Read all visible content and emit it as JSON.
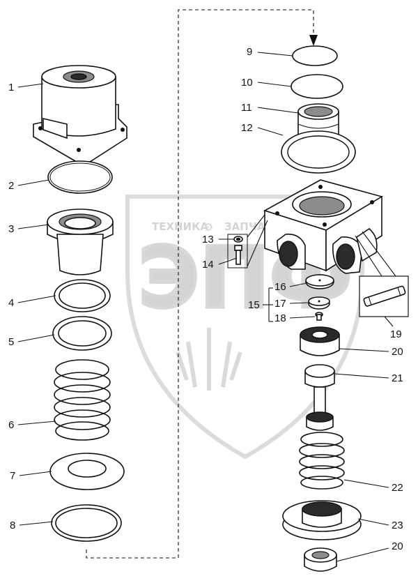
{
  "watermark": {
    "line1_left": "ТЕХНИКА",
    "line1_right": "ЗАПЧАСТИ",
    "monogram": "ЭПФ"
  },
  "callouts": [
    {
      "id": "1",
      "text": "1"
    },
    {
      "id": "2",
      "text": "2"
    },
    {
      "id": "3",
      "text": "3"
    },
    {
      "id": "4",
      "text": "4"
    },
    {
      "id": "5",
      "text": "5"
    },
    {
      "id": "6",
      "text": "6"
    },
    {
      "id": "7",
      "text": "7"
    },
    {
      "id": "8",
      "text": "8"
    },
    {
      "id": "9",
      "text": "9"
    },
    {
      "id": "10",
      "text": "10"
    },
    {
      "id": "11",
      "text": "11"
    },
    {
      "id": "12",
      "text": "12"
    },
    {
      "id": "13",
      "text": "13"
    },
    {
      "id": "14",
      "text": "14"
    },
    {
      "id": "15",
      "text": "15"
    },
    {
      "id": "16",
      "text": "16"
    },
    {
      "id": "17",
      "text": "17"
    },
    {
      "id": "18",
      "text": "18"
    },
    {
      "id": "19",
      "text": "19"
    },
    {
      "id": "20a",
      "text": "20"
    },
    {
      "id": "21",
      "text": "21"
    },
    {
      "id": "22",
      "text": "22"
    },
    {
      "id": "23",
      "text": "23"
    },
    {
      "id": "20b",
      "text": "20"
    }
  ]
}
